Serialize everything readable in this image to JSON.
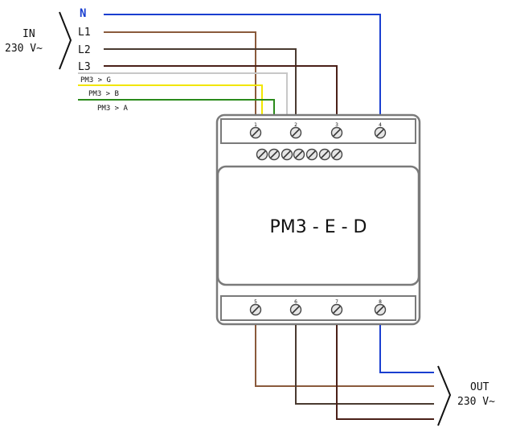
{
  "input": {
    "title": "IN",
    "voltage": "230 V~"
  },
  "output": {
    "title": "OUT",
    "voltage": "230 V~"
  },
  "wires": {
    "neutral_label": "N",
    "l1_label": "L1",
    "l2_label": "L2",
    "l3_label": "L3",
    "pm3_g_label": "PM3 > G",
    "pm3_b_label": "PM3 > B",
    "pm3_a_label": "PM3 > A"
  },
  "device": {
    "name": "PM3 - E - D",
    "top_terminals": [
      "1",
      "2",
      "3",
      "4"
    ],
    "bottom_terminals": [
      "5",
      "6",
      "7",
      "8"
    ]
  },
  "colors": {
    "neutral": "#1a3fd0",
    "l1": "#8a5a3c",
    "l2": "#4a3a30",
    "l3": "#4a2018",
    "g": "#c8c8c8",
    "b": "#f2e600",
    "a": "#2a8a1a",
    "housing": "#7a7a7a"
  }
}
